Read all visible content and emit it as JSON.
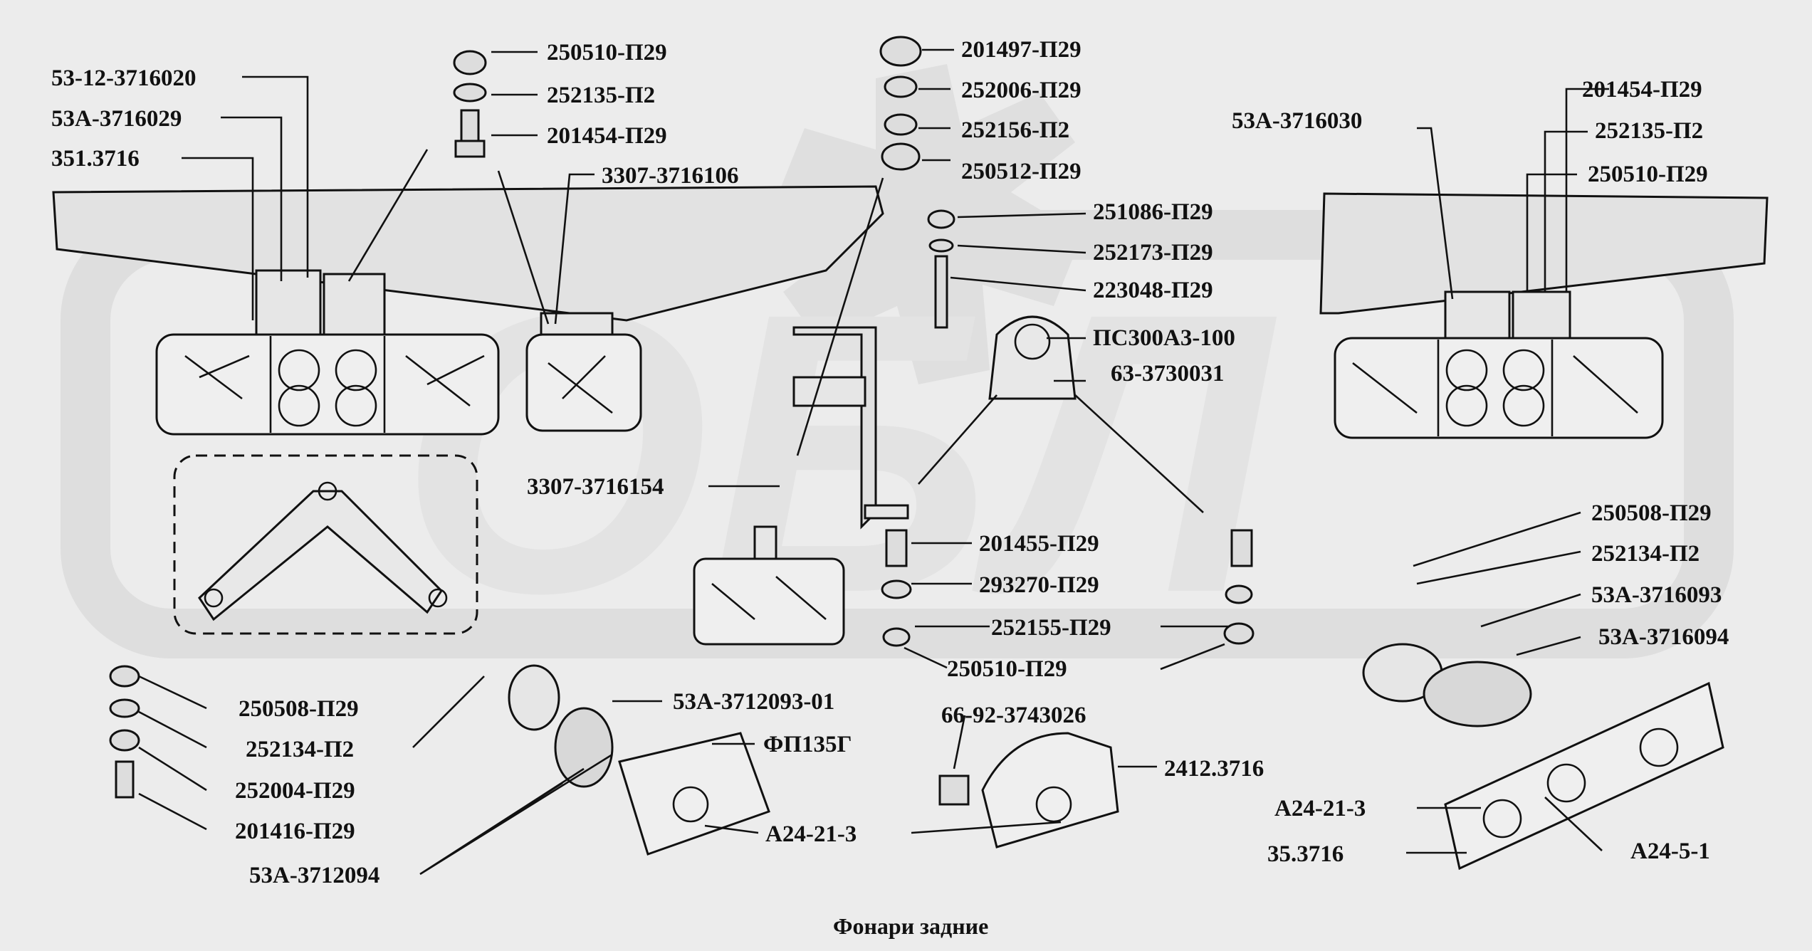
{
  "caption": "Фонари задние",
  "labels": [
    {
      "id": "l01",
      "text": "53-12-3716020"
    },
    {
      "id": "l02",
      "text": "53А-3716029"
    },
    {
      "id": "l03",
      "text": "351.3716"
    },
    {
      "id": "l04",
      "text": "250510-П29"
    },
    {
      "id": "l05",
      "text": "252135-П2"
    },
    {
      "id": "l06",
      "text": "201454-П29"
    },
    {
      "id": "l07",
      "text": "3307-3716106"
    },
    {
      "id": "l08",
      "text": "201497-П29"
    },
    {
      "id": "l09",
      "text": "252006-П29"
    },
    {
      "id": "l10",
      "text": "252156-П2"
    },
    {
      "id": "l11",
      "text": "250512-П29"
    },
    {
      "id": "l12",
      "text": "251086-П29"
    },
    {
      "id": "l13",
      "text": "252173-П29"
    },
    {
      "id": "l14",
      "text": "223048-П29"
    },
    {
      "id": "l15",
      "text": "ПС300А3-100"
    },
    {
      "id": "l16",
      "text": "63-3730031"
    },
    {
      "id": "l17",
      "text": "53А-3716030"
    },
    {
      "id": "l18",
      "text": "201454-П29"
    },
    {
      "id": "l19",
      "text": "252135-П2"
    },
    {
      "id": "l20",
      "text": "250510-П29"
    },
    {
      "id": "l21",
      "text": "3307-3716154"
    },
    {
      "id": "l22",
      "text": "201455-П29"
    },
    {
      "id": "l23",
      "text": "293270-П29"
    },
    {
      "id": "l24",
      "text": "252155-П29"
    },
    {
      "id": "l25",
      "text": "250510-П29"
    },
    {
      "id": "l26",
      "text": "250508-П29"
    },
    {
      "id": "l27",
      "text": "252134-П2"
    },
    {
      "id": "l28",
      "text": "53А-3716093"
    },
    {
      "id": "l29",
      "text": "53А-3716094"
    },
    {
      "id": "l30",
      "text": "250508-П29"
    },
    {
      "id": "l31",
      "text": "252134-П2"
    },
    {
      "id": "l32",
      "text": "252004-П29"
    },
    {
      "id": "l33",
      "text": "201416-П29"
    },
    {
      "id": "l34",
      "text": "53А-3712093-01"
    },
    {
      "id": "l35",
      "text": "ФП135Г"
    },
    {
      "id": "l36",
      "text": "А24-21-3"
    },
    {
      "id": "l37",
      "text": "53А-3712094"
    },
    {
      "id": "l38",
      "text": "66-92-3743026"
    },
    {
      "id": "l39",
      "text": "2412.3716"
    },
    {
      "id": "l40",
      "text": "А24-21-3"
    },
    {
      "id": "l41",
      "text": "35.3716"
    },
    {
      "id": "l42",
      "text": "А24-5-1"
    }
  ]
}
